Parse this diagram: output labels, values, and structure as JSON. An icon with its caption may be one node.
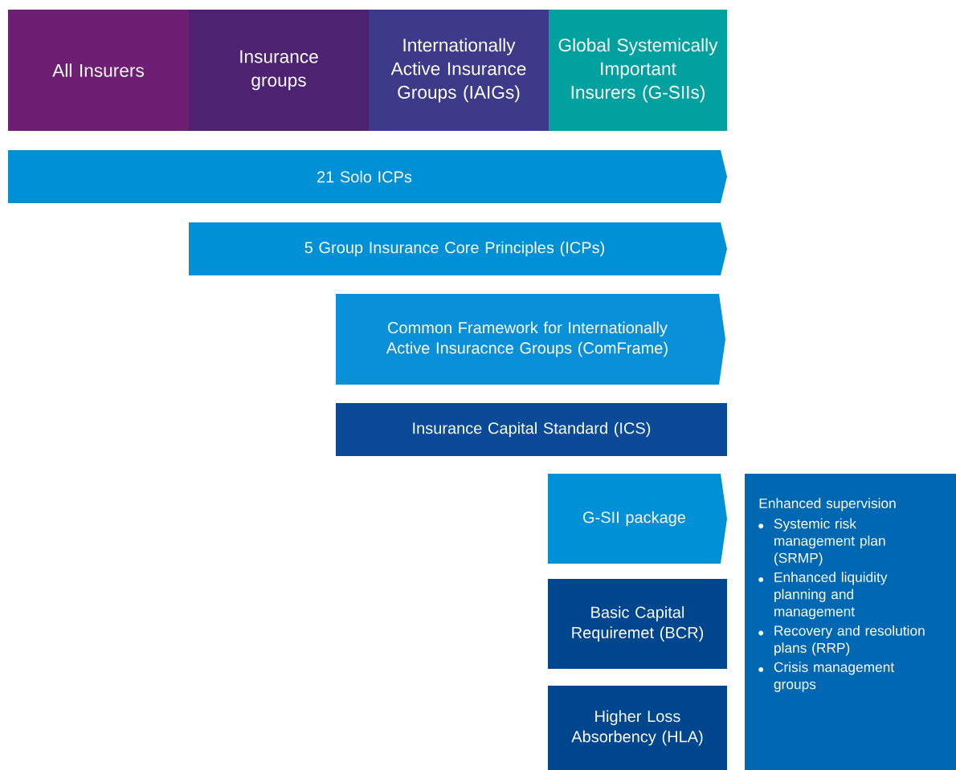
{
  "diagram": {
    "nodes": [
      {
        "text": [
          "All Insurers"
        ]
      },
      {
        "text": [
          "Insurance groups"
        ]
      },
      {
        "text": [
          "Internationally Active Insurance Groups (IAIGs)"
        ]
      },
      {
        "text": [
          "Global Systemically Important Insurers (G-SIIs)"
        ]
      },
      {
        "text": [
          "21 Solo ICPs"
        ]
      },
      {
        "text": [
          "5 Group Insurance Core Principles (ICPs)"
        ]
      },
      {
        "text": [
          "Common Framework for Internationally Active Insuracnce Groups (ComFrame)"
        ]
      },
      {
        "text": [
          "Insurance Capital Standard (ICS)"
        ]
      },
      {
        "text": [
          "G-SII package"
        ]
      },
      {
        "text": [
          "Basic Capital Requiremet (BCR)"
        ]
      },
      {
        "text": [
          "Higher Loss Absorbency (HLA)"
        ]
      },
      {
        "text": [
          "Enhanced supervision",
          "Systemic risk management plan (SRMP)",
          "Enhanced liquidity planning and management",
          "Recovery and resolution plans (RRP)",
          "Crisis management groups"
        ]
      }
    ]
  }
}
